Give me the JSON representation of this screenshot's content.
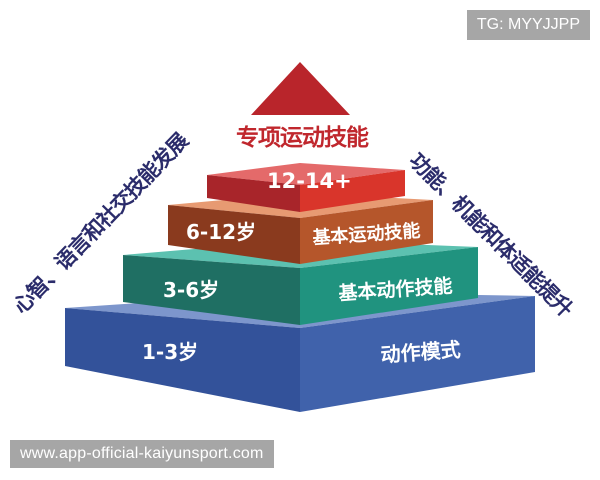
{
  "watermarks": {
    "top_right": "TG: MYYJJPP",
    "bottom_left": "www.app-official-kaiyunsport.com"
  },
  "pyramid": {
    "apex_label": "专项运动技能",
    "tiers": [
      {
        "level": 4,
        "age": "12-14+",
        "skill": "",
        "color_left": "#a8252a",
        "color_right": "#d9352b",
        "color_top": "#e46a6a"
      },
      {
        "level": 3,
        "age": "6-12岁",
        "skill": "基本运动技能",
        "color_left": "#8a3a1e",
        "color_right": "#b5562b",
        "color_top": "#e79a72"
      },
      {
        "level": 2,
        "age": "3-6岁",
        "skill": "基本动作技能",
        "color_left": "#1f6f63",
        "color_right": "#20937f",
        "color_top": "#5cc1b0"
      },
      {
        "level": 1,
        "age": "1-3岁",
        "skill": "动作模式",
        "color_left": "#33529a",
        "color_right": "#3f60a8",
        "color_top": "#7d96cc"
      }
    ]
  },
  "side_labels": {
    "left": "心智、语言和社交技能发展",
    "right": "功能、机能和体适能提升"
  },
  "colors": {
    "apex_triangle": "#b9252b",
    "apex_text": "#c0272d",
    "side_text": "#2b2c6b"
  }
}
